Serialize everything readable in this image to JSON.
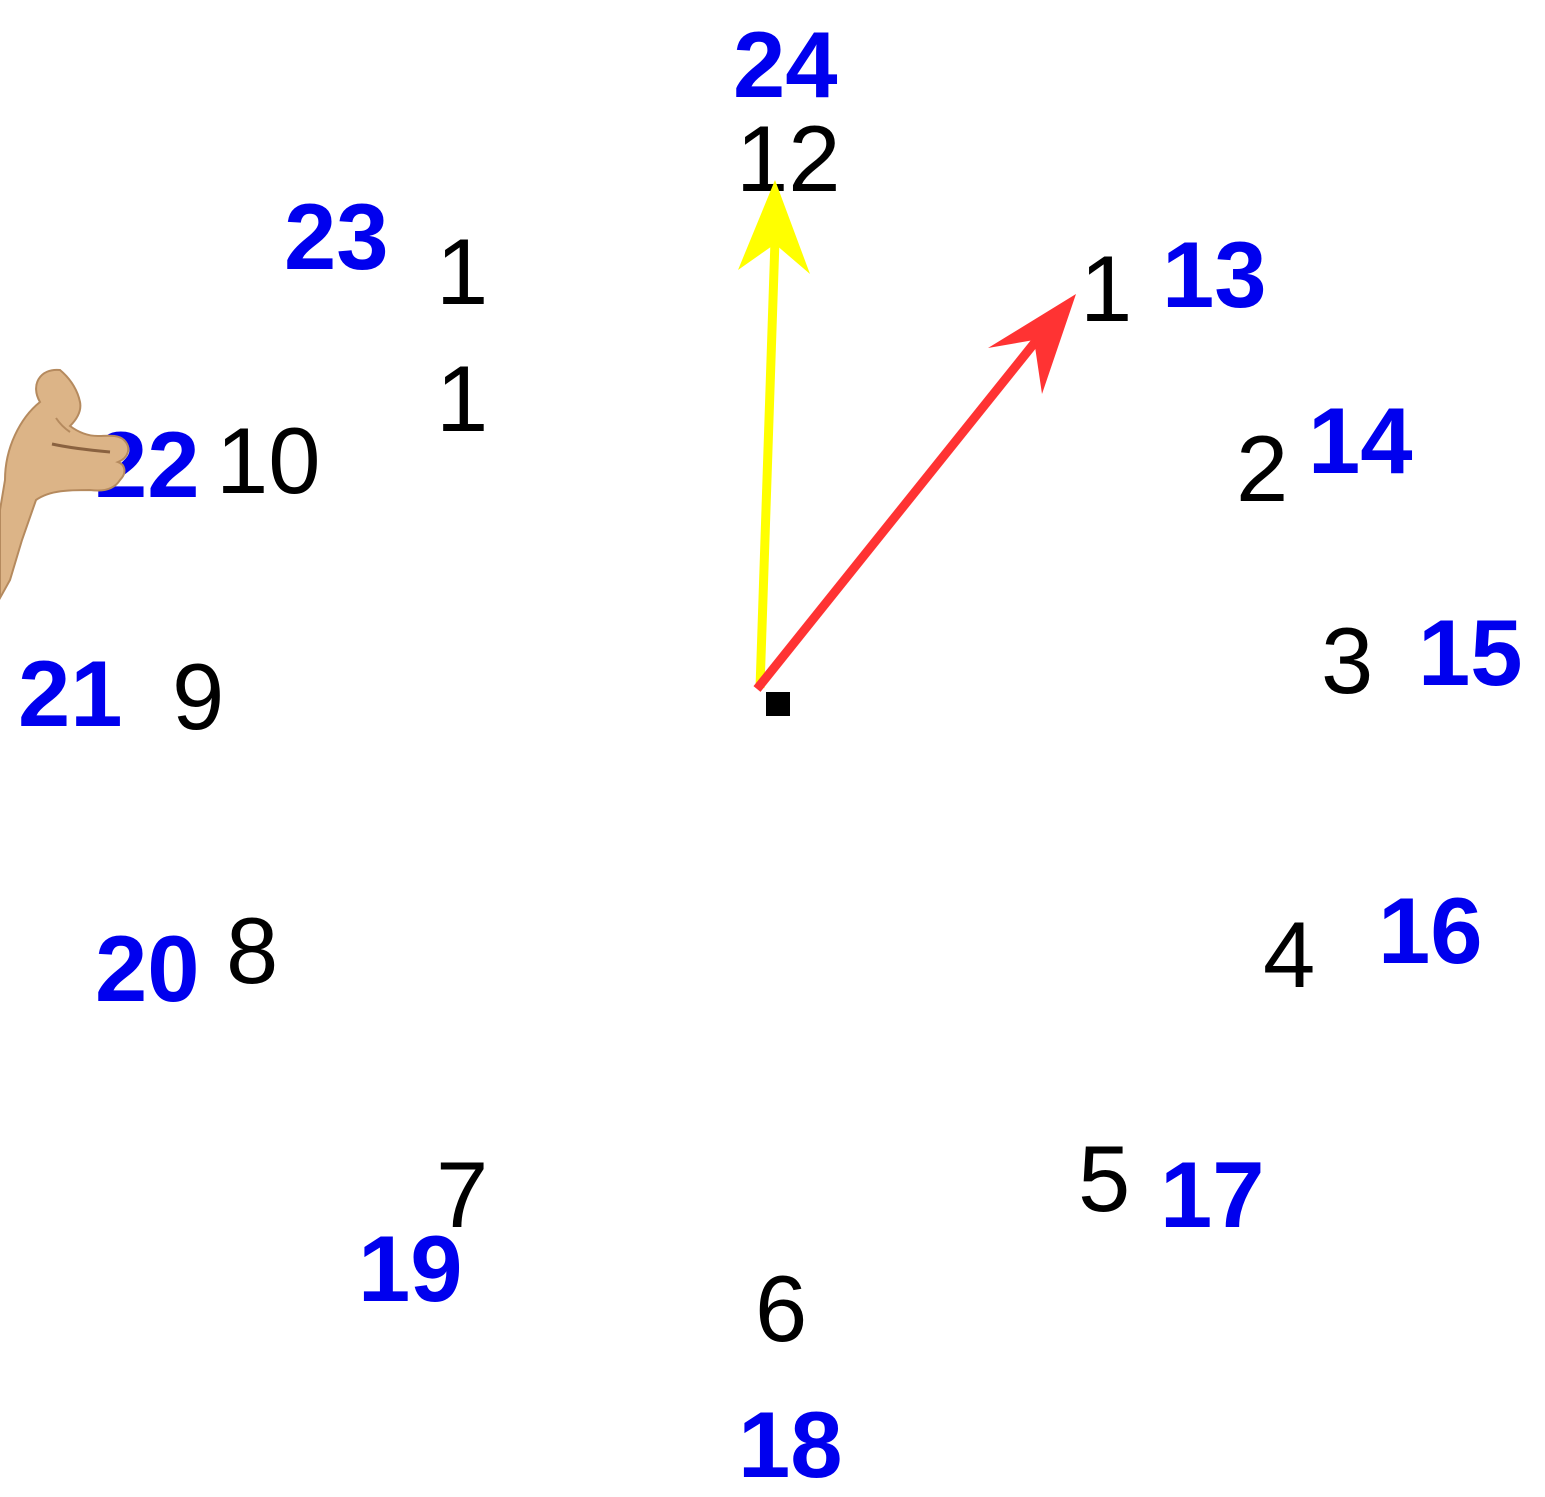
{
  "dial_numbers": {
    "n12": "12",
    "n1": "1",
    "n2": "2",
    "n3": "3",
    "n4": "4",
    "n5": "5",
    "n6": "6",
    "n7": "7",
    "n8": "8",
    "n9": "9",
    "n10": "10",
    "n11_top": "1",
    "n11_bottom": "1"
  },
  "hour24_numbers": {
    "h13": "13",
    "h14": "14",
    "h15": "15",
    "h16": "16",
    "h17": "17",
    "h18": "18",
    "h19": "19",
    "h20": "20",
    "h21": "21",
    "h22": "22",
    "h23": "23",
    "h24": "24"
  },
  "hands": {
    "minute_hand_color": "#ffff00",
    "hour_hand_color": "#ff3333"
  },
  "colors": {
    "dial_text": "#000000",
    "hour24_text": "#0000ee",
    "center": "#000000"
  },
  "icons": {
    "pointer": "pointing-hand-icon"
  }
}
